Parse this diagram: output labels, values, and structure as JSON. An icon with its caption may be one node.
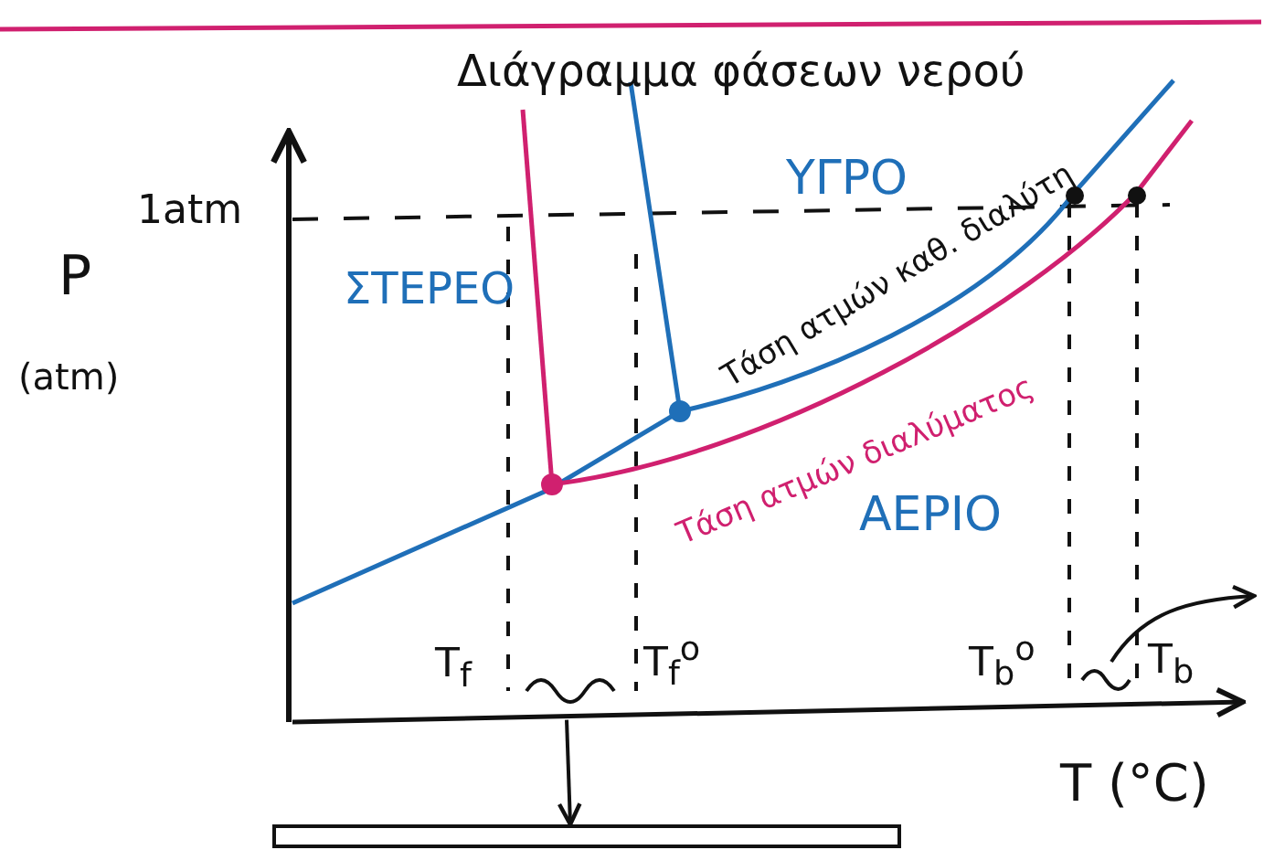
{
  "diagram": {
    "title": "Διάγραμμα φάσεων νερού",
    "nodes": [
      {
        "text": [],
        "shape": "line"
      },
      {
        "text": [],
        "shape": "box"
      }
    ],
    "edges": [
      {
        "from": 0,
        "to": 1,
        "arrow": "to"
      }
    ],
    "labels": [
      "1atm",
      "P",
      "(atm)",
      "ΣΤΕΡΕΟ",
      "ΥΓΡΟ",
      "Τάση ατμών καθ. διαλύτη",
      "Τάση ατμών διαλύματος",
      "ΑΕΡΙΟ",
      "T$_{f}$",
      "T$_{f}$$^{o}$",
      "T$_{b}$$^{o}$",
      "T$_{b}$",
      "T (°C)"
    ]
  }
}
